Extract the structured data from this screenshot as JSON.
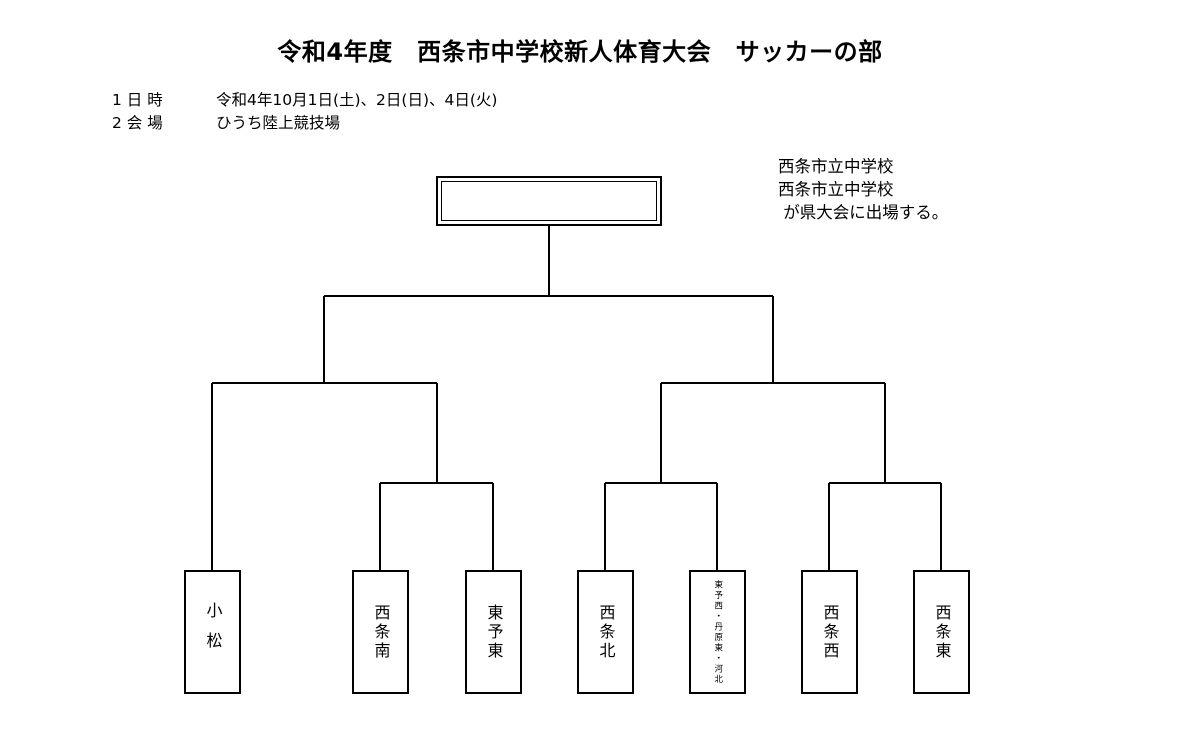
{
  "title": "令和4年度　西条市中学校新人体育大会　サッカーの部",
  "info": {
    "date_label": "1 日 時",
    "date_value": "令和4年10月1日(土)、2日(日)、4日(火)",
    "venue_label": "2 会 場",
    "venue_value": "ひうち陸上競技場"
  },
  "note": {
    "line1": "西条市立中学校",
    "line2": "西条市立中学校",
    "line3": " が県大会に出場する。"
  },
  "teams": [
    "小松",
    "西条南",
    "東予東",
    "西条北",
    "東予西・丹原東・河北",
    "西条西",
    "西条東"
  ]
}
